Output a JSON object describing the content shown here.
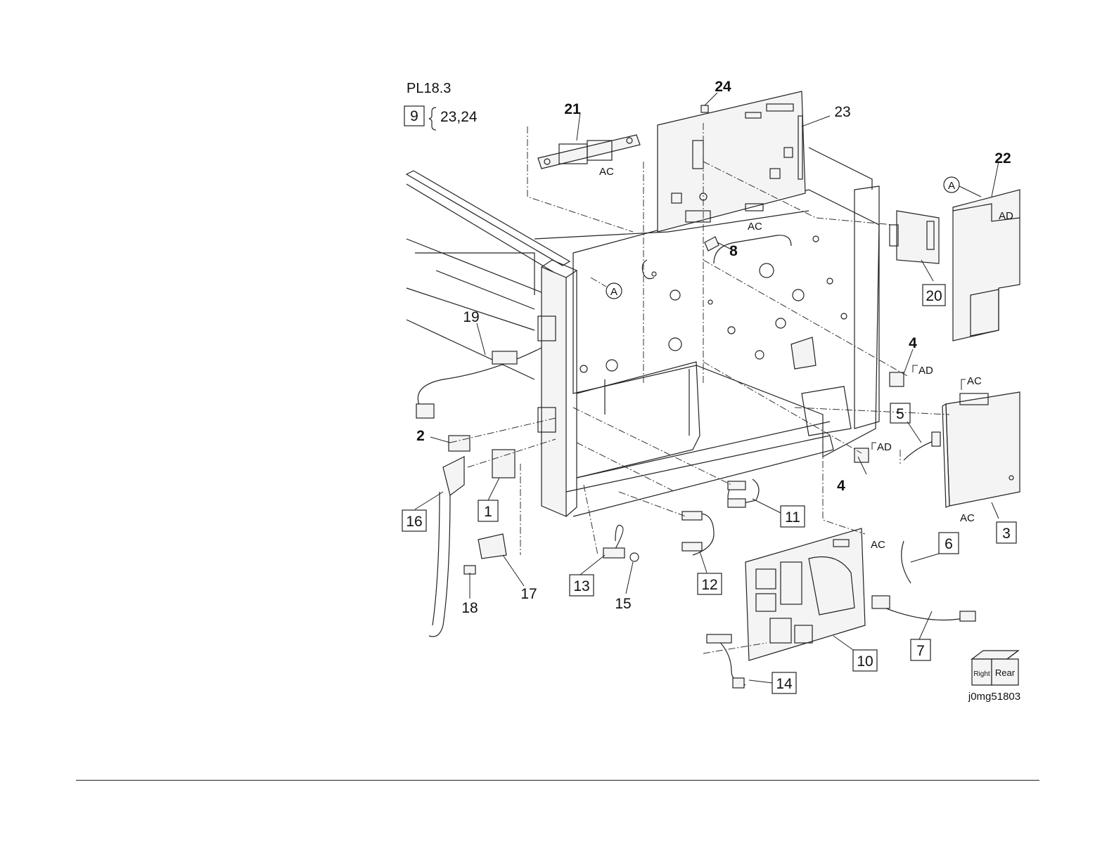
{
  "plate": {
    "id": "PL18.3",
    "reference_box": "9",
    "reference_items": "23,24"
  },
  "callouts_plain": [
    "24",
    "23",
    "21",
    "22",
    "8",
    "19",
    "4",
    "4",
    "2",
    "17",
    "18",
    "15"
  ],
  "callouts_boxed": [
    "20",
    "5",
    "3",
    "16",
    "1",
    "11",
    "13",
    "12",
    "10",
    "7",
    "6",
    "14"
  ],
  "fastener_codes": [
    "AC",
    "AC",
    "AD",
    "AD",
    "AC",
    "AD",
    "AC",
    "AC"
  ],
  "view_reference": [
    "A",
    "A"
  ],
  "orientation_cube": {
    "face_left": "Right",
    "face_right": "Rear"
  },
  "figure_id": "j0mg51803"
}
